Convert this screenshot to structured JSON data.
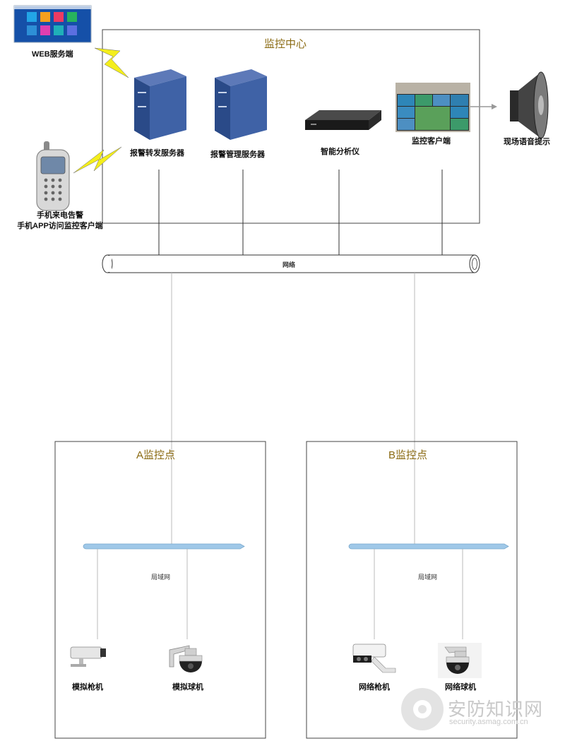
{
  "center": {
    "title": "监控中心"
  },
  "web": {
    "label": "WEB服务端"
  },
  "phone": {
    "label": "手机来电告警\n手机APP访问监控客户端"
  },
  "servers": {
    "alarm_forward": "报警转发服务器",
    "alarm_manage": "报警管理服务器",
    "analyzer": "智能分析仪",
    "client": "监控客户端"
  },
  "speaker": {
    "label": "现场语音提示"
  },
  "network": {
    "label": "网络"
  },
  "site_a": {
    "title": "A监控点",
    "lan": "局域网",
    "cam1": "模拟枪机",
    "cam2": "模拟球机"
  },
  "site_b": {
    "title": "B监控点",
    "lan": "局域网",
    "cam1": "网络枪机",
    "cam2": "网络球机"
  },
  "watermark": {
    "name": "安防知识网",
    "url": "security.asmag.com.cn"
  },
  "colors": {
    "title": "#8a6a12",
    "lan_pipe": "#9fc8e8",
    "lightning": "#f4ee1c",
    "web_tiles": [
      "#22a5e6",
      "#f5a01e",
      "#ec3b63",
      "#27b35e",
      "#2d8fd6",
      "#e03fb0",
      "#1fb0b8",
      "#5b6fe0"
    ]
  }
}
